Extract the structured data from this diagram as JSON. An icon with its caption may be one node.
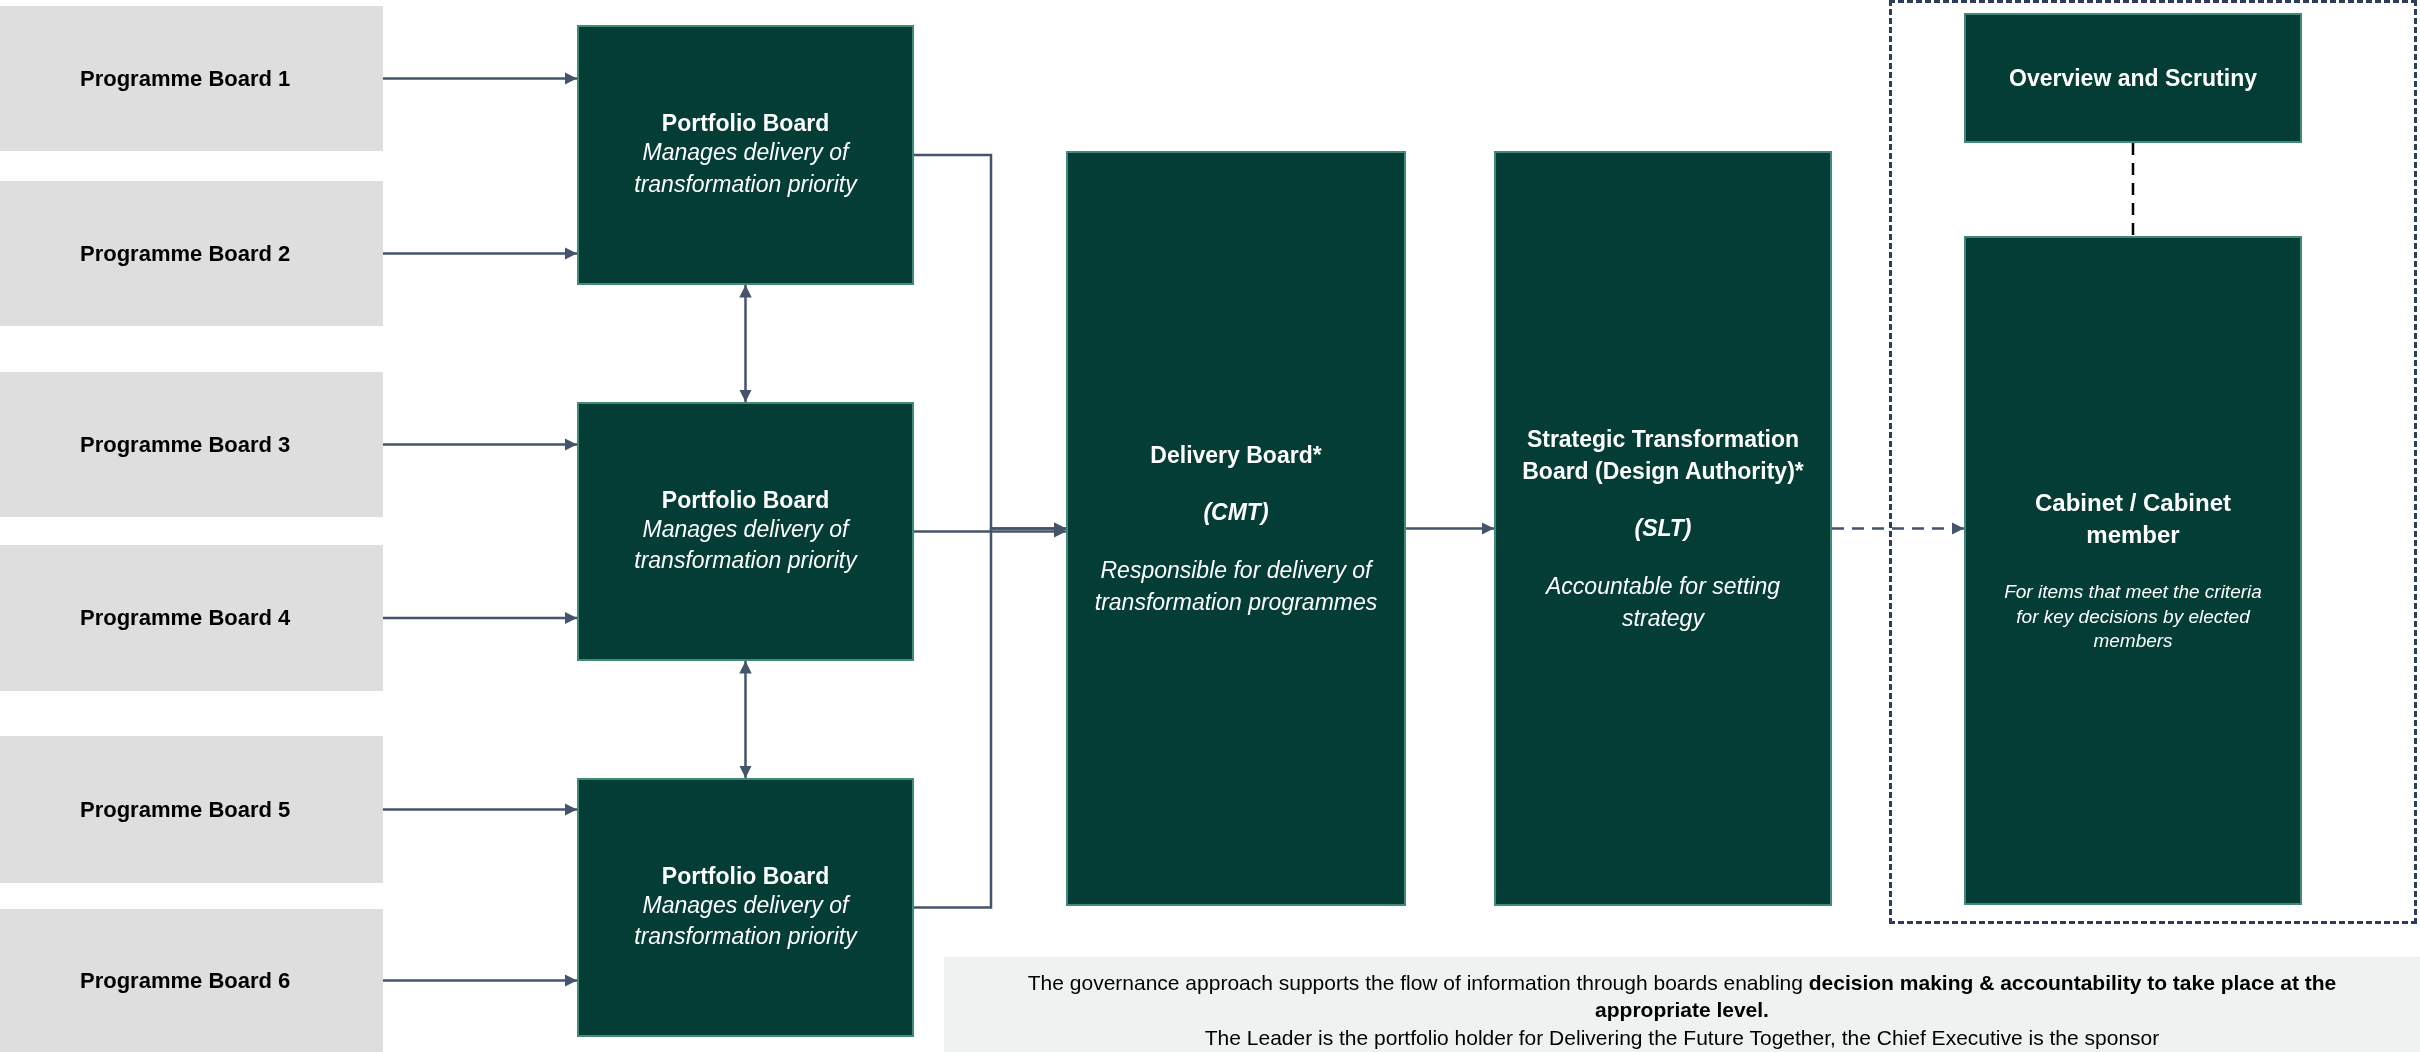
{
  "diagram": {
    "nodes": [
      {
        "text": [
          "Programme Board 1"
        ]
      },
      {
        "text": [
          "Programme Board 2"
        ]
      },
      {
        "text": [
          "Programme Board 3"
        ]
      },
      {
        "text": [
          "Programme Board 4"
        ]
      },
      {
        "text": [
          "Programme Board 5"
        ]
      },
      {
        "text": [
          "Programme Board 6"
        ]
      },
      {
        "text": [
          "Portfolio Board",
          "Manages delivery of transformation priority"
        ]
      },
      {
        "text": [
          "Portfolio Board",
          "Manages delivery of transformation priority"
        ]
      },
      {
        "text": [
          "Portfolio Board",
          "Manages delivery of transformation priority"
        ]
      },
      {
        "text": [
          "Delivery Board*",
          "(CMT)",
          "Responsible for delivery of transformation programmes"
        ]
      },
      {
        "text": [
          "Strategic Transformation Board (Design Authority)*",
          "(SLT)",
          "Accountable for setting strategy"
        ]
      },
      {
        "text": [],
        "shape": "box"
      },
      {
        "text": [
          "Overview and Scrutiny"
        ],
        "in": 11
      },
      {
        "text": [
          "Cabinet / Cabinet member",
          "For items that meet the criteria for key decisions by elected members"
        ],
        "in": 11
      },
      {
        "text": [
          "The governance approach supports the flow of information through boards enabling **decision making & accountability to take place at the appropriate level.**",
          "The Leader is the portfolio holder for Delivering the Future Together, the Chief Executive is the sponsor"
        ]
      }
    ],
    "edges": [
      {
        "from": 0,
        "to": 6,
        "arrow": "to"
      },
      {
        "from": 1,
        "to": 6,
        "arrow": "to"
      },
      {
        "from": 2,
        "to": 7,
        "arrow": "to"
      },
      {
        "from": 3,
        "to": 7,
        "arrow": "to"
      },
      {
        "from": 4,
        "to": 8,
        "arrow": "to"
      },
      {
        "from": 5,
        "to": 8,
        "arrow": "to"
      },
      {
        "from": 6,
        "to": 7,
        "arrow": "both"
      },
      {
        "from": 7,
        "to": 8,
        "arrow": "both"
      },
      {
        "from": 6,
        "to": 9,
        "arrow": "to"
      },
      {
        "from": 7,
        "to": 9,
        "arrow": "to"
      },
      {
        "from": 8,
        "to": 9,
        "arrow": "to"
      },
      {
        "from": 9,
        "to": 10,
        "arrow": "to"
      },
      {
        "from": 10,
        "to": 13,
        "arrow": "to",
        "style": "dashed"
      },
      {
        "from": 12,
        "to": 13,
        "arrow": "none",
        "style": "dashed",
        "color": "#000000"
      }
    ]
  }
}
